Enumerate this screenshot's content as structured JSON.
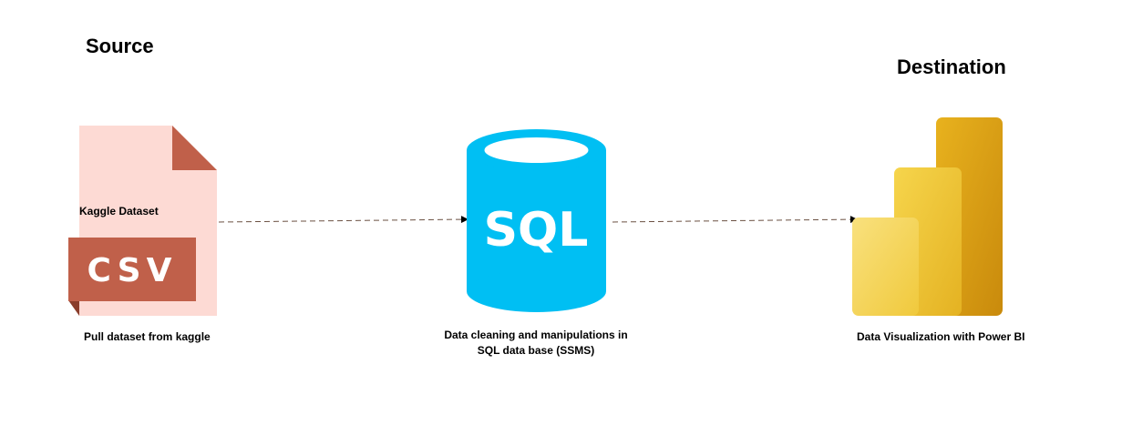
{
  "source": {
    "heading": "Source",
    "file_label": "Kaggle Dataset",
    "badge_text": "CSV",
    "caption": "Pull dataset from kaggle"
  },
  "process": {
    "icon_text": "SQL",
    "caption_line1": "Data cleaning and manipulations in",
    "caption_line2": "SQL data base (SSMS)"
  },
  "destination": {
    "heading": "Destination",
    "caption": "Data Visualization with Power BI"
  },
  "colors": {
    "csv_page": "#fddad4",
    "csv_accent": "#c0604a",
    "sql_blue": "#00bff3",
    "powerbi_dark": "#e0a81c",
    "powerbi_mid": "#f0c73c",
    "powerbi_light": "#f7dc72",
    "arrow_stroke": "#6b5042"
  }
}
